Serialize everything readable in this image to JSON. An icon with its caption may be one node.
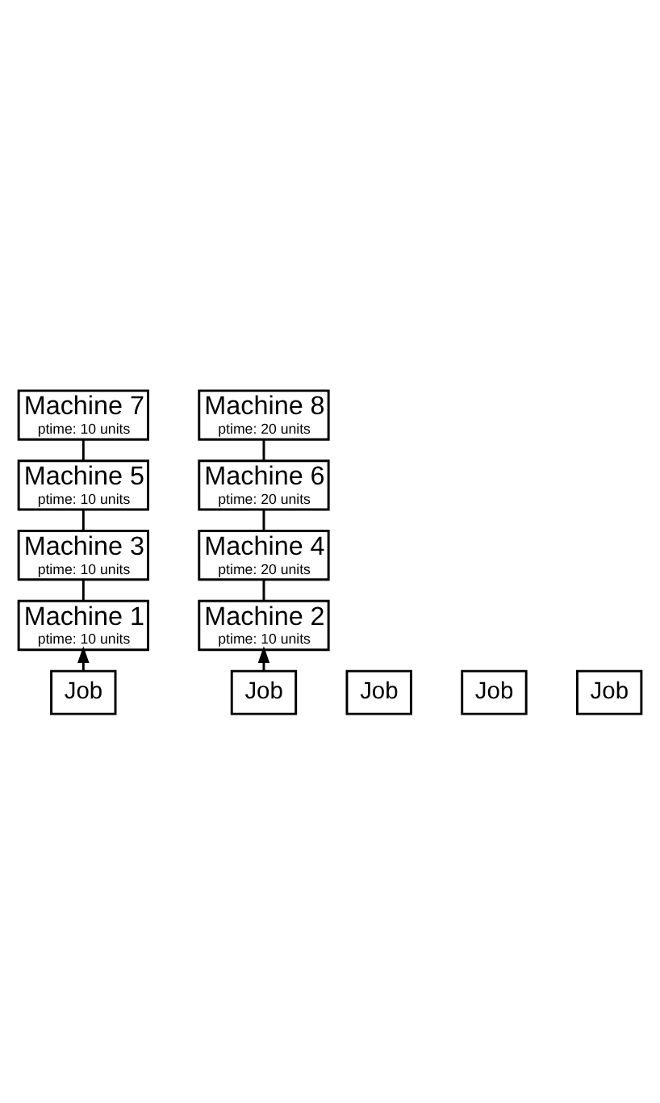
{
  "diagram": {
    "nodes": [
      {
        "text": [
          "Machine 7",
          "ptime: 10 units"
        ]
      },
      {
        "text": [
          "Machine 8",
          "ptime: 20 units"
        ]
      },
      {
        "text": [
          "Machine 5",
          "ptime: 10 units"
        ]
      },
      {
        "text": [
          "Machine 6",
          "ptime: 20 units"
        ]
      },
      {
        "text": [
          "Machine 3",
          "ptime: 10 units"
        ]
      },
      {
        "text": [
          "Machine 4",
          "ptime: 20 units"
        ]
      },
      {
        "text": [
          "Machine 1",
          "ptime: 10 units"
        ]
      },
      {
        "text": [
          "Machine 2",
          "ptime: 10 units"
        ]
      },
      {
        "text": [
          "Job"
        ]
      },
      {
        "text": [
          "Job"
        ]
      },
      {
        "text": [
          "Job"
        ]
      },
      {
        "text": [
          "Job"
        ]
      },
      {
        "text": [
          "Job"
        ]
      }
    ],
    "edges": [
      {
        "from": 6,
        "to": 4,
        "arrow": "none"
      },
      {
        "from": 4,
        "to": 2,
        "arrow": "none"
      },
      {
        "from": 2,
        "to": 0,
        "arrow": "none"
      },
      {
        "from": 7,
        "to": 5,
        "arrow": "none"
      },
      {
        "from": 5,
        "to": 3,
        "arrow": "none"
      },
      {
        "from": 3,
        "to": 1,
        "arrow": "none"
      },
      {
        "from": 9,
        "to": 6,
        "arrow": "to"
      },
      {
        "from": 8,
        "to": 7,
        "arrow": "to"
      }
    ]
  }
}
